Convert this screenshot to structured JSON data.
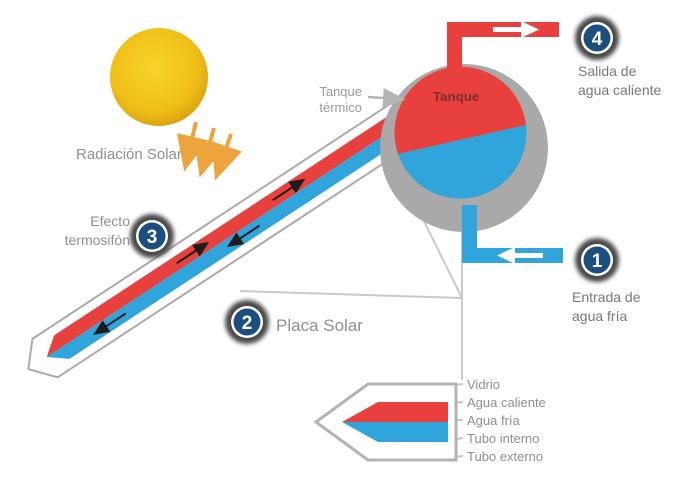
{
  "labels": {
    "radiation": "Radiación Solar",
    "thermosiphon_effect": [
      "Efecto",
      "termosifón"
    ],
    "collector": "Placa Solar",
    "tank_pointer": [
      "Tanque",
      "térmico"
    ],
    "tank": "Tanque",
    "hot_water_outlet": [
      "Salida de",
      "agua caliente"
    ],
    "cold_water_inlet": [
      "Entrada de",
      "agua fría"
    ]
  },
  "badge_numbers": [
    "1",
    "2",
    "3",
    "4"
  ],
  "legend": [
    "Vidrio",
    "Agua caliente",
    "Agua fría",
    "Tubo interno",
    "Tubo externo"
  ],
  "colors": {
    "hot_red": "#E8413D",
    "cold_blue": "#2FA5DC",
    "tank_ring_gray": "#A9A9A9",
    "badge_navy": "#1C4E80",
    "badge_gray": "#4A4A4A",
    "sun_yellow": "#F2C318",
    "ray_orange": "#EDA43C",
    "label_gray": "#8F8F8F",
    "tank_text_red": "#7A2F2B",
    "leader_gray": "#C9C9C9"
  }
}
